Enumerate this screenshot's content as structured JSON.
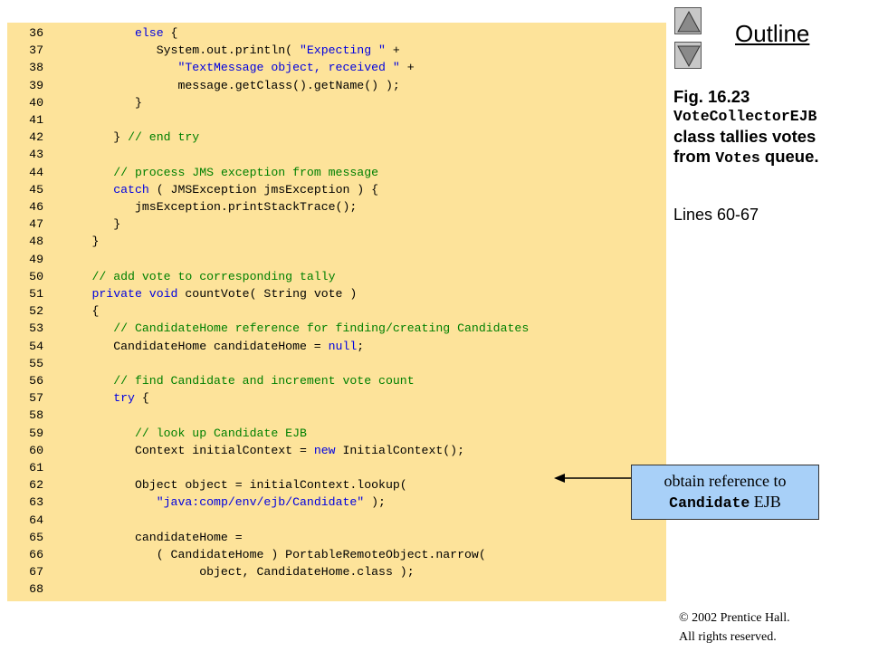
{
  "code": {
    "lines": [
      {
        "num": "36",
        "parts": [
          {
            "t": "            ",
            "c": ""
          },
          {
            "t": "else",
            "c": "kw"
          },
          {
            "t": " {",
            "c": ""
          }
        ]
      },
      {
        "num": "37",
        "parts": [
          {
            "t": "               System.out.println( ",
            "c": ""
          },
          {
            "t": "\"Expecting \"",
            "c": "st"
          },
          {
            "t": " +",
            "c": ""
          }
        ]
      },
      {
        "num": "38",
        "parts": [
          {
            "t": "                  ",
            "c": ""
          },
          {
            "t": "\"TextMessage object, received \"",
            "c": "st"
          },
          {
            "t": " +",
            "c": ""
          }
        ]
      },
      {
        "num": "39",
        "parts": [
          {
            "t": "                  message.getClass().getName() );",
            "c": ""
          }
        ]
      },
      {
        "num": "40",
        "parts": [
          {
            "t": "            }",
            "c": ""
          }
        ]
      },
      {
        "num": "41",
        "parts": [
          {
            "t": "",
            "c": ""
          }
        ]
      },
      {
        "num": "42",
        "parts": [
          {
            "t": "         } ",
            "c": ""
          },
          {
            "t": "// end try",
            "c": "cm"
          }
        ]
      },
      {
        "num": "43",
        "parts": [
          {
            "t": "",
            "c": ""
          }
        ]
      },
      {
        "num": "44",
        "parts": [
          {
            "t": "         ",
            "c": ""
          },
          {
            "t": "// process JMS exception from message",
            "c": "cm"
          }
        ]
      },
      {
        "num": "45",
        "parts": [
          {
            "t": "         ",
            "c": ""
          },
          {
            "t": "catch",
            "c": "kw"
          },
          {
            "t": " ( JMSException jmsException ) {",
            "c": ""
          }
        ]
      },
      {
        "num": "46",
        "parts": [
          {
            "t": "            jmsException.printStackTrace();",
            "c": ""
          }
        ]
      },
      {
        "num": "47",
        "parts": [
          {
            "t": "         }",
            "c": ""
          }
        ]
      },
      {
        "num": "48",
        "parts": [
          {
            "t": "      }",
            "c": ""
          }
        ]
      },
      {
        "num": "49",
        "parts": [
          {
            "t": "",
            "c": ""
          }
        ]
      },
      {
        "num": "50",
        "parts": [
          {
            "t": "      ",
            "c": ""
          },
          {
            "t": "// add vote to corresponding tally",
            "c": "cm"
          }
        ]
      },
      {
        "num": "51",
        "parts": [
          {
            "t": "      ",
            "c": ""
          },
          {
            "t": "private void",
            "c": "kw"
          },
          {
            "t": " countVote( String vote )",
            "c": ""
          }
        ]
      },
      {
        "num": "52",
        "parts": [
          {
            "t": "      {",
            "c": ""
          }
        ]
      },
      {
        "num": "53",
        "parts": [
          {
            "t": "         ",
            "c": ""
          },
          {
            "t": "// CandidateHome reference for finding/creating Candidates",
            "c": "cm"
          }
        ]
      },
      {
        "num": "54",
        "parts": [
          {
            "t": "         CandidateHome candidateHome = ",
            "c": ""
          },
          {
            "t": "null",
            "c": "kw"
          },
          {
            "t": ";",
            "c": ""
          }
        ]
      },
      {
        "num": "55",
        "parts": [
          {
            "t": "",
            "c": ""
          }
        ]
      },
      {
        "num": "56",
        "parts": [
          {
            "t": "         ",
            "c": ""
          },
          {
            "t": "// find Candidate and increment vote count",
            "c": "cm"
          }
        ]
      },
      {
        "num": "57",
        "parts": [
          {
            "t": "         ",
            "c": ""
          },
          {
            "t": "try",
            "c": "kw"
          },
          {
            "t": " {",
            "c": ""
          }
        ]
      },
      {
        "num": "58",
        "parts": [
          {
            "t": "",
            "c": ""
          }
        ]
      },
      {
        "num": "59",
        "parts": [
          {
            "t": "            ",
            "c": ""
          },
          {
            "t": "// look up Candidate EJB",
            "c": "cm"
          }
        ]
      },
      {
        "num": "60",
        "parts": [
          {
            "t": "            Context initialContext = ",
            "c": ""
          },
          {
            "t": "new",
            "c": "kw"
          },
          {
            "t": " InitialContext();",
            "c": ""
          }
        ]
      },
      {
        "num": "61",
        "parts": [
          {
            "t": "",
            "c": ""
          }
        ]
      },
      {
        "num": "62",
        "parts": [
          {
            "t": "            Object object = initialContext.lookup(",
            "c": ""
          }
        ]
      },
      {
        "num": "63",
        "parts": [
          {
            "t": "               ",
            "c": ""
          },
          {
            "t": "\"java:comp/env/ejb/Candidate\"",
            "c": "st"
          },
          {
            "t": " );",
            "c": ""
          }
        ]
      },
      {
        "num": "64",
        "parts": [
          {
            "t": "",
            "c": ""
          }
        ]
      },
      {
        "num": "65",
        "parts": [
          {
            "t": "            candidateHome =",
            "c": ""
          }
        ]
      },
      {
        "num": "66",
        "parts": [
          {
            "t": "               ( CandidateHome ) PortableRemoteObject.narrow(",
            "c": ""
          }
        ]
      },
      {
        "num": "67",
        "parts": [
          {
            "t": "                     object, CandidateHome.class );",
            "c": ""
          }
        ]
      },
      {
        "num": "68",
        "parts": [
          {
            "t": "",
            "c": ""
          }
        ]
      }
    ]
  },
  "sidebar": {
    "outline": "Outline",
    "fig_label": "Fig. 16.23",
    "fig_class": "VoteCollectorEJB",
    "fig_desc_1": "class tallies votes",
    "fig_desc_2a": "from ",
    "fig_desc_2b": "Votes",
    "fig_desc_2c": " queue.",
    "lines_ref": "Lines 60-67",
    "up_icon": "triangle-up-icon",
    "down_icon": "triangle-down-icon"
  },
  "callout": {
    "line1": "obtain reference to",
    "line2a": "Candidate",
    "line2b": " EJB"
  },
  "footer": {
    "copyright_line1": "© 2002 Prentice Hall.",
    "copyright_line2": "All rights reserved."
  },
  "colors": {
    "code_bg": "#fde39a",
    "keyword": "#0000e0",
    "comment": "#008000",
    "callout_bg": "#a8d0f8"
  }
}
